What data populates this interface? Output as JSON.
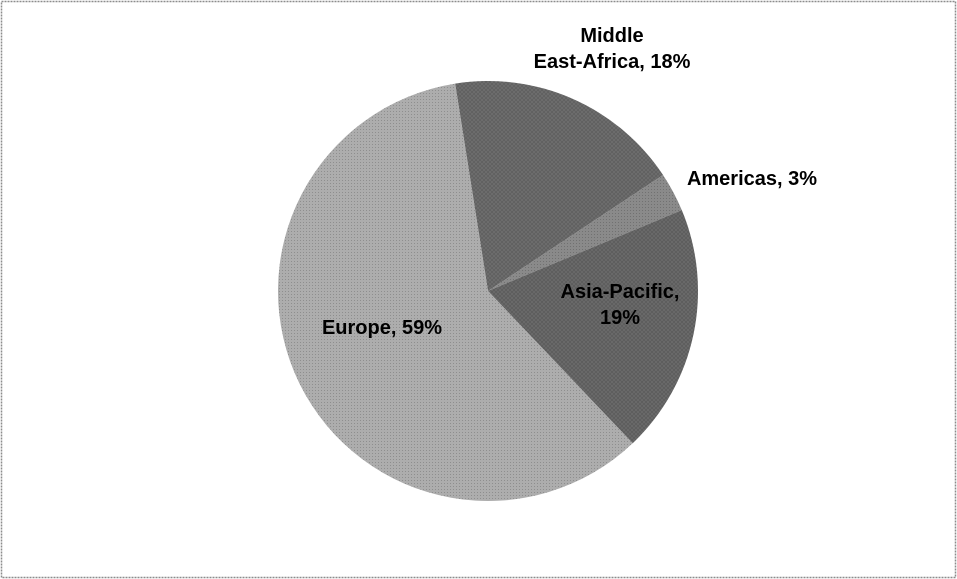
{
  "chart_data": {
    "type": "pie",
    "title": "",
    "legend": "none",
    "slices": [
      {
        "label": "Middle East-Africa",
        "value": 18,
        "label_lines": [
          "Middle",
          "East-Africa, 18%"
        ],
        "color": "#6e6e6e"
      },
      {
        "label": "Americas",
        "value": 3,
        "label_lines": [
          "Americas, 3%"
        ],
        "color": "#8a8a8a"
      },
      {
        "label": "Asia-Pacific",
        "value": 19,
        "label_lines": [
          "Asia-Pacific,",
          "19%"
        ],
        "color": "#6a6a6a"
      },
      {
        "label": "Europe",
        "value": 59,
        "label_lines": [
          "Europe, 59%"
        ],
        "color": "#adadad"
      }
    ]
  }
}
